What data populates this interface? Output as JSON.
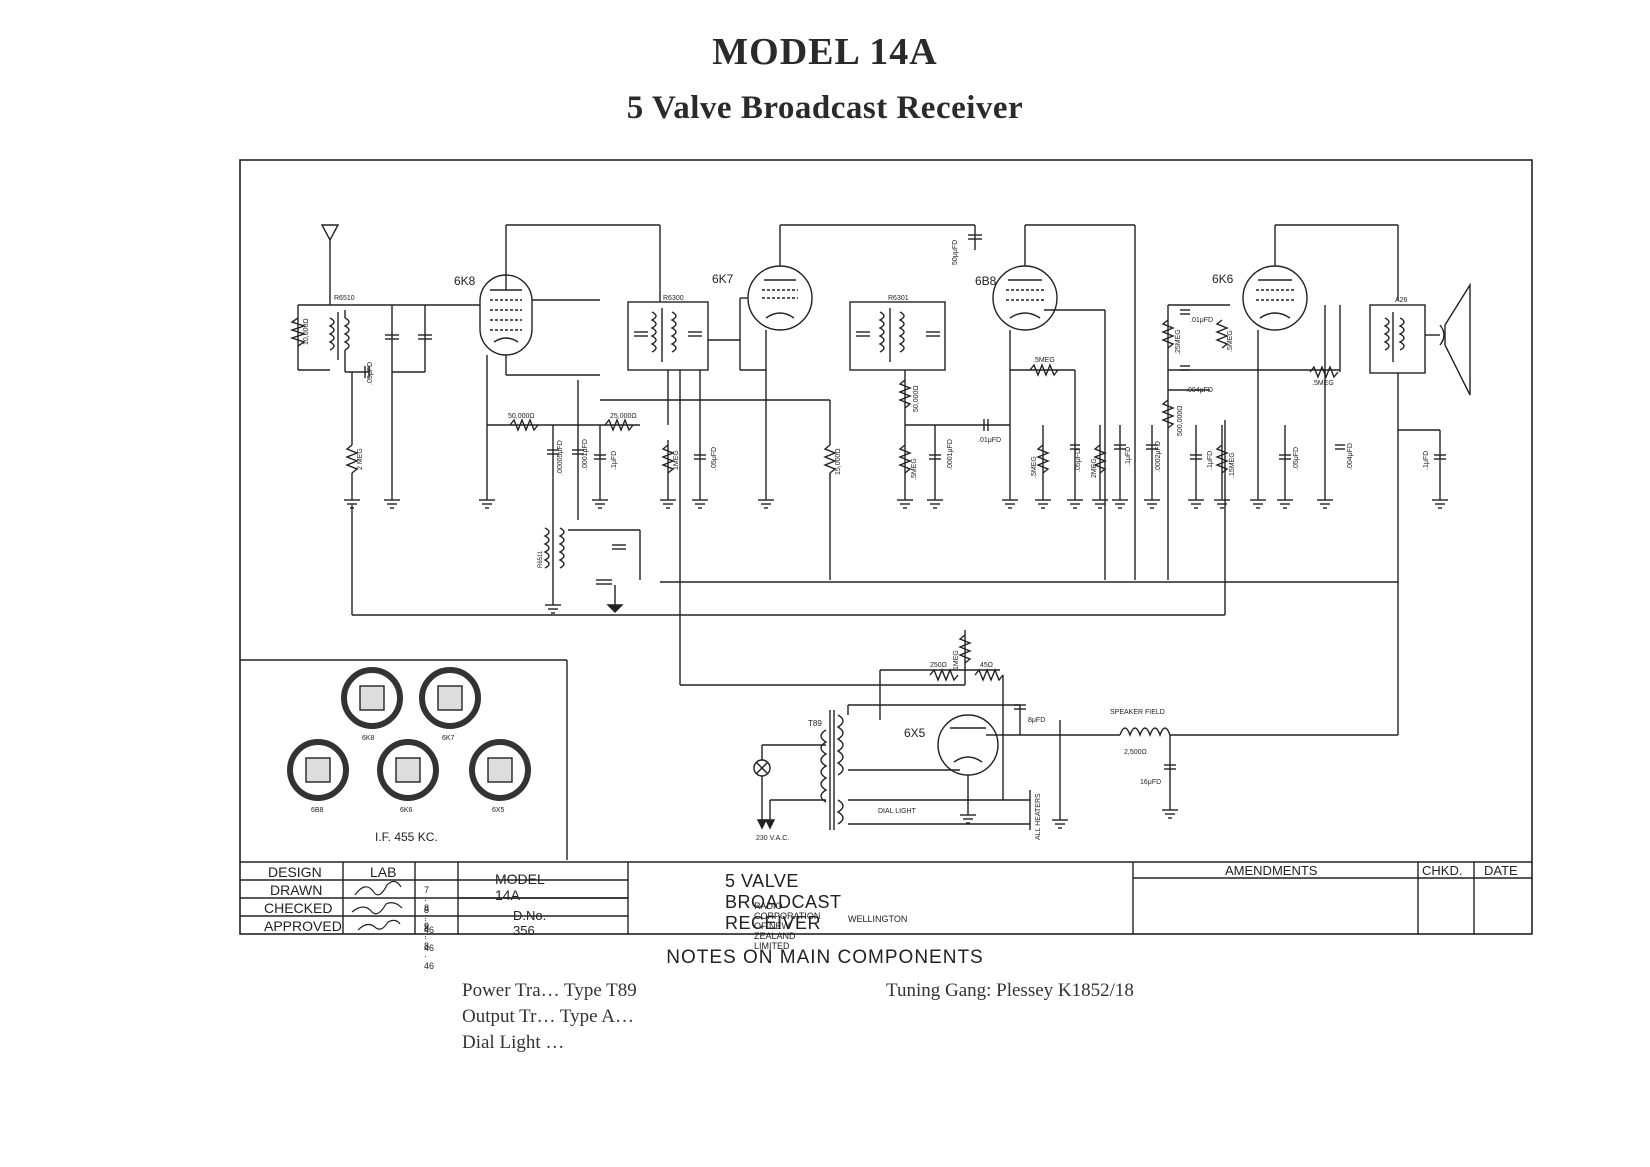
{
  "title": "MODEL 14A",
  "subtitle": "5 Valve Broadcast Receiver",
  "valves": [
    "6K8",
    "6K7",
    "6B8",
    "6K6",
    "6X5"
  ],
  "transformers": [
    "R6510",
    "R6300",
    "R6301",
    "R6511",
    "T89",
    "A26"
  ],
  "component_labels": {
    "r_aerial": "10,000Ω",
    "r_2meg_a": "2 MEG",
    "c_05a": ".05μFD",
    "r_50000": "50,000Ω",
    "c_00005": ".00005μFD",
    "c_0001a": ".0001μFD",
    "c_1a": ".1μFD",
    "r_25000": "25,000Ω",
    "r_1meg_a": "1MEG",
    "c_05b": ".05μFD",
    "r_15000": "15,000Ω",
    "c_50mmfd": "50μμFD",
    "r_50000b": "50,000Ω",
    "r_5meg_a": ".5MEG",
    "c_0001b": ".0001μFD",
    "r_5meg_pot": ".5MEG",
    "c_01": ".01μFD",
    "r_5meg_b": ".5MEG",
    "c_05c": ".05μFD",
    "r_2meg_b": "2MEG",
    "c_1b": ".1μFD",
    "c_0002": ".0002μFD",
    "c_01b": ".01μFD",
    "r_25meg": ".25MEG",
    "r_5meg_c": ".5MEG",
    "r_5meg_d": ".5MEG",
    "c_004": ".004μFD",
    "r_500000": "500,000Ω",
    "c_1c": ".1μFD",
    "c_05d": ".05μFD",
    "r_15meg": ".15MEG",
    "c_004b": ".004μFD",
    "c_1d": ".1μFD",
    "r_1meg_b": "1MEG",
    "r_250": "250Ω",
    "r_45": "45Ω",
    "c_8": "8μFD",
    "speaker_field": "SPEAKER FIELD",
    "field_ohm": "2,500Ω",
    "c_16": "16μFD",
    "dial_light": "DIAL LIGHT",
    "all_heaters": "ALL HEATERS",
    "mains": "230 V.A.C."
  },
  "socket_views": [
    "6K8",
    "6K7",
    "6B8",
    "6K6",
    "6X5"
  ],
  "if_note": "I.F. 455 KC.",
  "title_block": {
    "rows": [
      {
        "label": "DESIGN",
        "sign": "LAB",
        "date": ""
      },
      {
        "label": "DRAWN",
        "sign": "",
        "date": "7 · 8 · 46"
      },
      {
        "label": "CHECKED",
        "sign": "",
        "date": "8 · 8 · 46"
      },
      {
        "label": "APPROVED",
        "sign": "",
        "date": "9 · 8 · 46"
      }
    ],
    "model": "MODEL 14A",
    "drawing_no": "D.No. 356",
    "desc": "5 VALVE BROADCAST RECEIVER",
    "company": "RADIO CORPORATION OF NEW ZEALAND LIMITED",
    "city": "WELLINGTON",
    "amendments": "AMENDMENTS",
    "chkd": "CHKD.",
    "date_h": "DATE"
  },
  "notes": {
    "heading": "NOTES ON MAIN COMPONENTS",
    "left": [
      "Power Tra… Type T89",
      "Output Tr… Type A…",
      "Dial Light …"
    ],
    "right": [
      "Tuning Gang: Plessey K1852/18"
    ]
  }
}
